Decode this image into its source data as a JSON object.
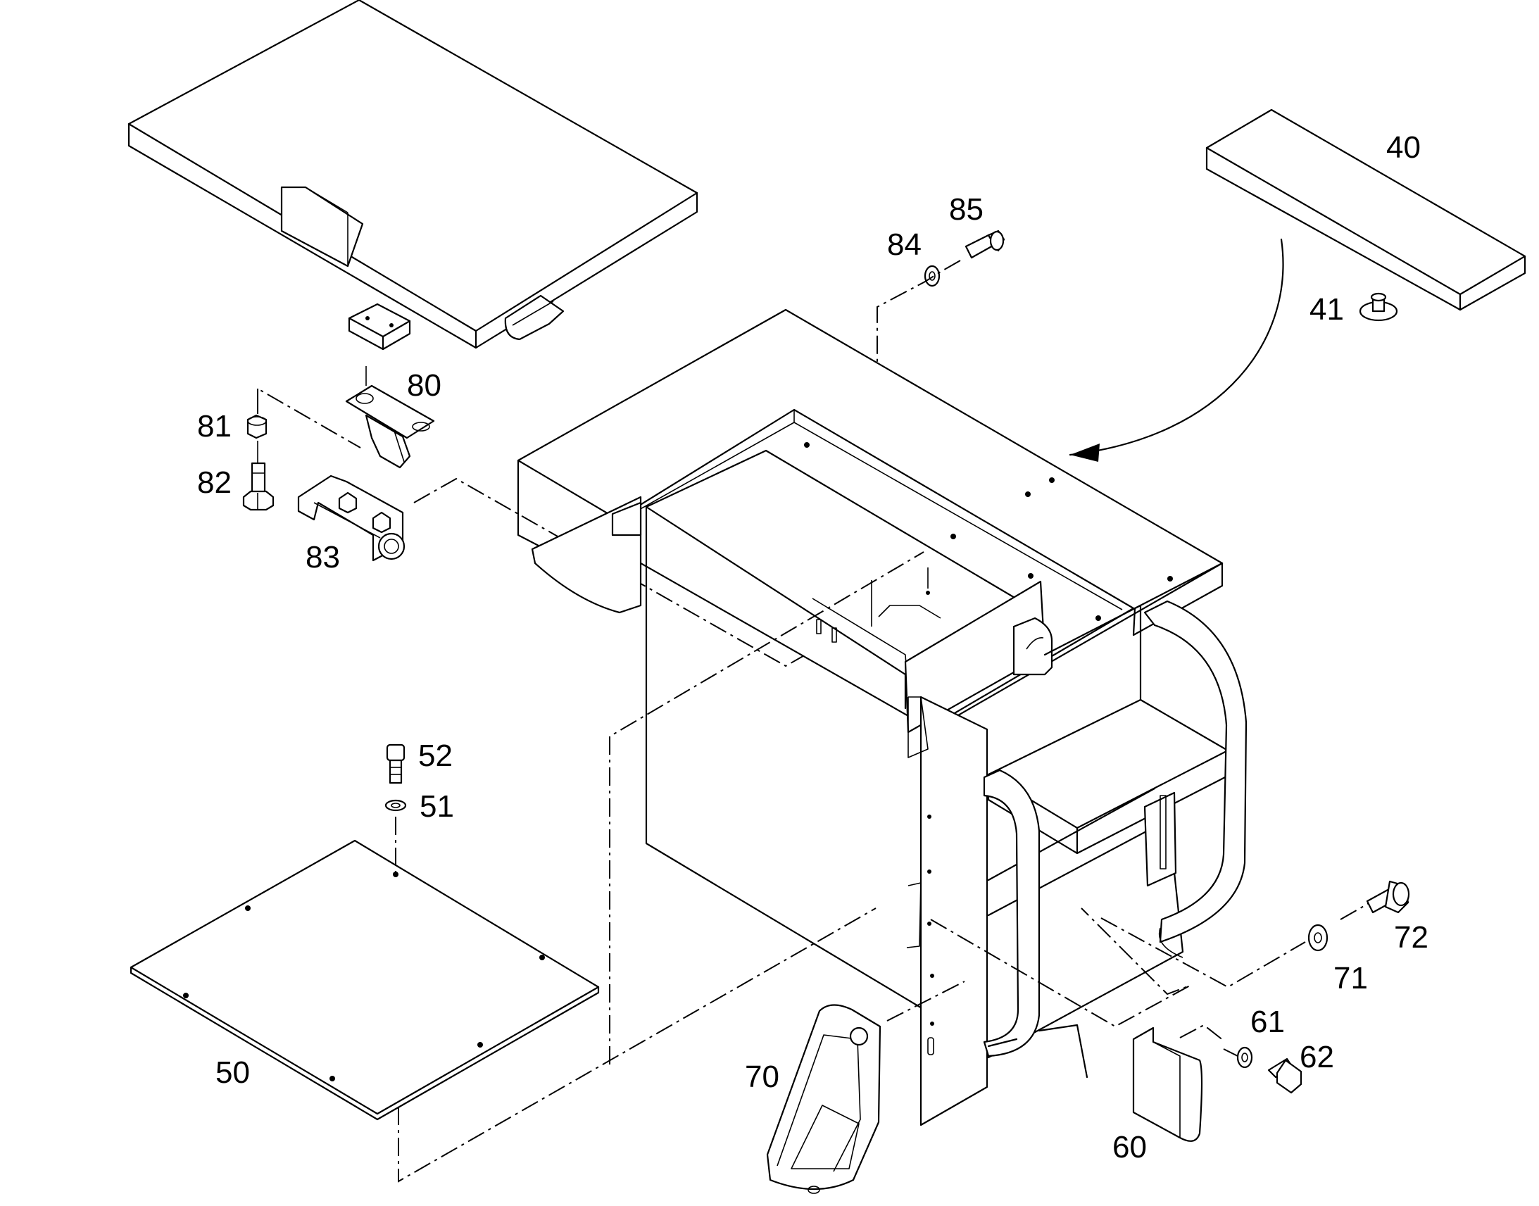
{
  "callouts": [
    {
      "id": "40",
      "text": "40"
    },
    {
      "id": "41",
      "text": "41"
    },
    {
      "id": "50",
      "text": "50"
    },
    {
      "id": "51",
      "text": "51"
    },
    {
      "id": "52",
      "text": "52"
    },
    {
      "id": "60",
      "text": "60"
    },
    {
      "id": "61",
      "text": "61"
    },
    {
      "id": "62",
      "text": "62"
    },
    {
      "id": "70",
      "text": "70"
    },
    {
      "id": "71",
      "text": "71"
    },
    {
      "id": "72",
      "text": "72"
    },
    {
      "id": "80",
      "text": "80"
    },
    {
      "id": "81",
      "text": "81"
    },
    {
      "id": "82",
      "text": "82"
    },
    {
      "id": "83",
      "text": "83"
    },
    {
      "id": "84",
      "text": "84"
    },
    {
      "id": "85",
      "text": "85"
    }
  ],
  "colors": {
    "line": "#000000",
    "background": "#ffffff"
  }
}
